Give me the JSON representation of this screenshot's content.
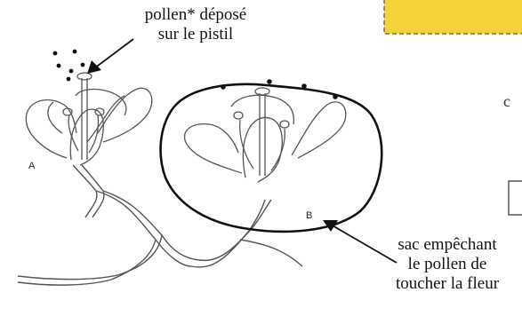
{
  "labels": {
    "pollen_line1": "pollen* déposé",
    "pollen_line2": "sur le pistil",
    "sac_line1": "sac empêchant",
    "sac_line2": "le pollen de",
    "sac_line3": "toucher la fleur",
    "flower_a": "A",
    "flower_b": "B",
    "cut_off_letter": "c"
  },
  "colors": {
    "highlight_box": "#f5d33a",
    "ink": "#111111"
  }
}
